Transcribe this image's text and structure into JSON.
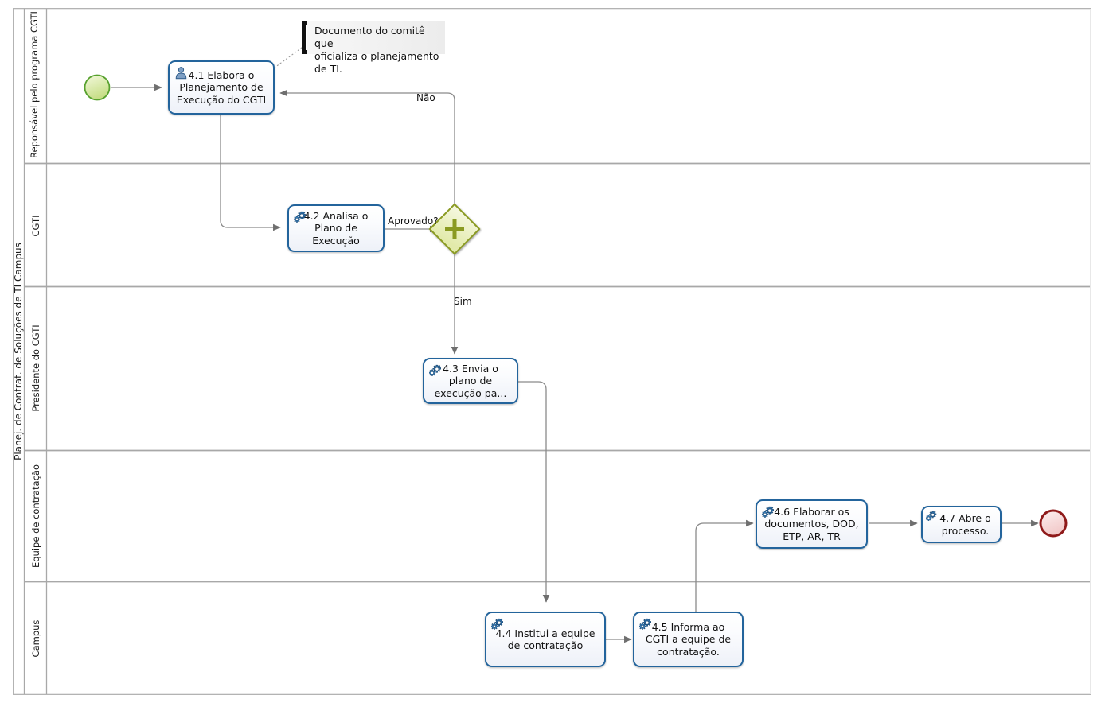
{
  "pool": {
    "title": "Planej. de Contrat. de Soluções de TI Campus",
    "border_color": "#9b9b9b"
  },
  "lanes": [
    {
      "id": "lane-responsavel",
      "label": "Reponsável pelo programa CGTI"
    },
    {
      "id": "lane-cgti",
      "label": "CGTI"
    },
    {
      "id": "lane-presidente",
      "label": "Presidente do CGTI"
    },
    {
      "id": "lane-equipe",
      "label": "Equipe de contratação"
    },
    {
      "id": "lane-campus",
      "label": "Campus"
    }
  ],
  "events": {
    "start": {
      "name": "start-event",
      "fill_from": "#eef6cf",
      "fill_to": "#c8e08a",
      "stroke": "#4f9b2e"
    },
    "end": {
      "name": "end-event",
      "fill_from": "#fbeaea",
      "fill_to": "#f3cccc",
      "stroke": "#8f1a1a"
    }
  },
  "gateway": {
    "name": "gateway-aprovado",
    "symbol": "+",
    "stroke": "#8a9a22",
    "fill_from": "#f4f6dc",
    "fill_to": "#e4ecaf"
  },
  "tasks": [
    {
      "id": "task-4-1",
      "label": "4.1 Elabora o Planejamento de Execução do CGTI",
      "icon": "user-task-icon"
    },
    {
      "id": "task-4-2",
      "label": "4.2 Analisa o Plano de Execução",
      "icon": "service-task-icon"
    },
    {
      "id": "task-4-3",
      "label": "4.3 Envia o plano de execução pa...",
      "icon": "service-task-icon"
    },
    {
      "id": "task-4-4",
      "label": "4.4 Institui a equipe de contratação",
      "icon": "service-task-icon"
    },
    {
      "id": "task-4-5",
      "label": "4.5 Informa ao CGTI a equipe de contratação.",
      "icon": "service-task-icon"
    },
    {
      "id": "task-4-6",
      "label": "4.6 Elaborar os documentos, DOD, ETP, AR, TR",
      "icon": "service-task-icon"
    },
    {
      "id": "task-4-7",
      "label": "4.7 Abre o processo.",
      "icon": "service-task-icon"
    }
  ],
  "annotations": [
    {
      "id": "annotation-doc",
      "text": "Documento do comitê que\noficializa o planejamento de TI."
    }
  ],
  "flow_labels": [
    {
      "id": "flow-label-nao",
      "text": "Não"
    },
    {
      "id": "flow-label-aprovado",
      "text": "Aprovado?"
    },
    {
      "id": "flow-label-sim",
      "text": "Sim"
    }
  ],
  "colors": {
    "task_stroke": "#23649c",
    "connector": "#8a8a8a",
    "lane_divider": "#a8a8a8"
  }
}
